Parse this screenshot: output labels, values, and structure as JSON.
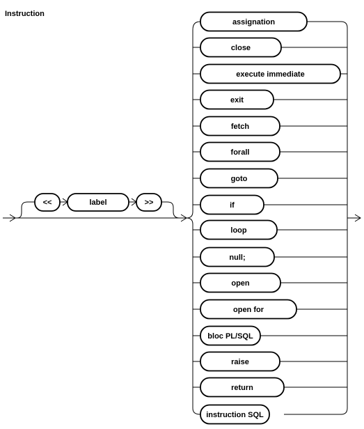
{
  "diagram": {
    "title": "Instruction",
    "optional_prefix": [
      "<<",
      "label",
      ">>"
    ],
    "alternatives": [
      "assignation",
      "close",
      "execute immediate",
      "exit",
      "fetch",
      "forall",
      "goto",
      "if",
      "loop",
      "null;",
      "open",
      "open for",
      "bloc PL/SQL",
      "raise",
      "return",
      "instruction SQL"
    ]
  }
}
